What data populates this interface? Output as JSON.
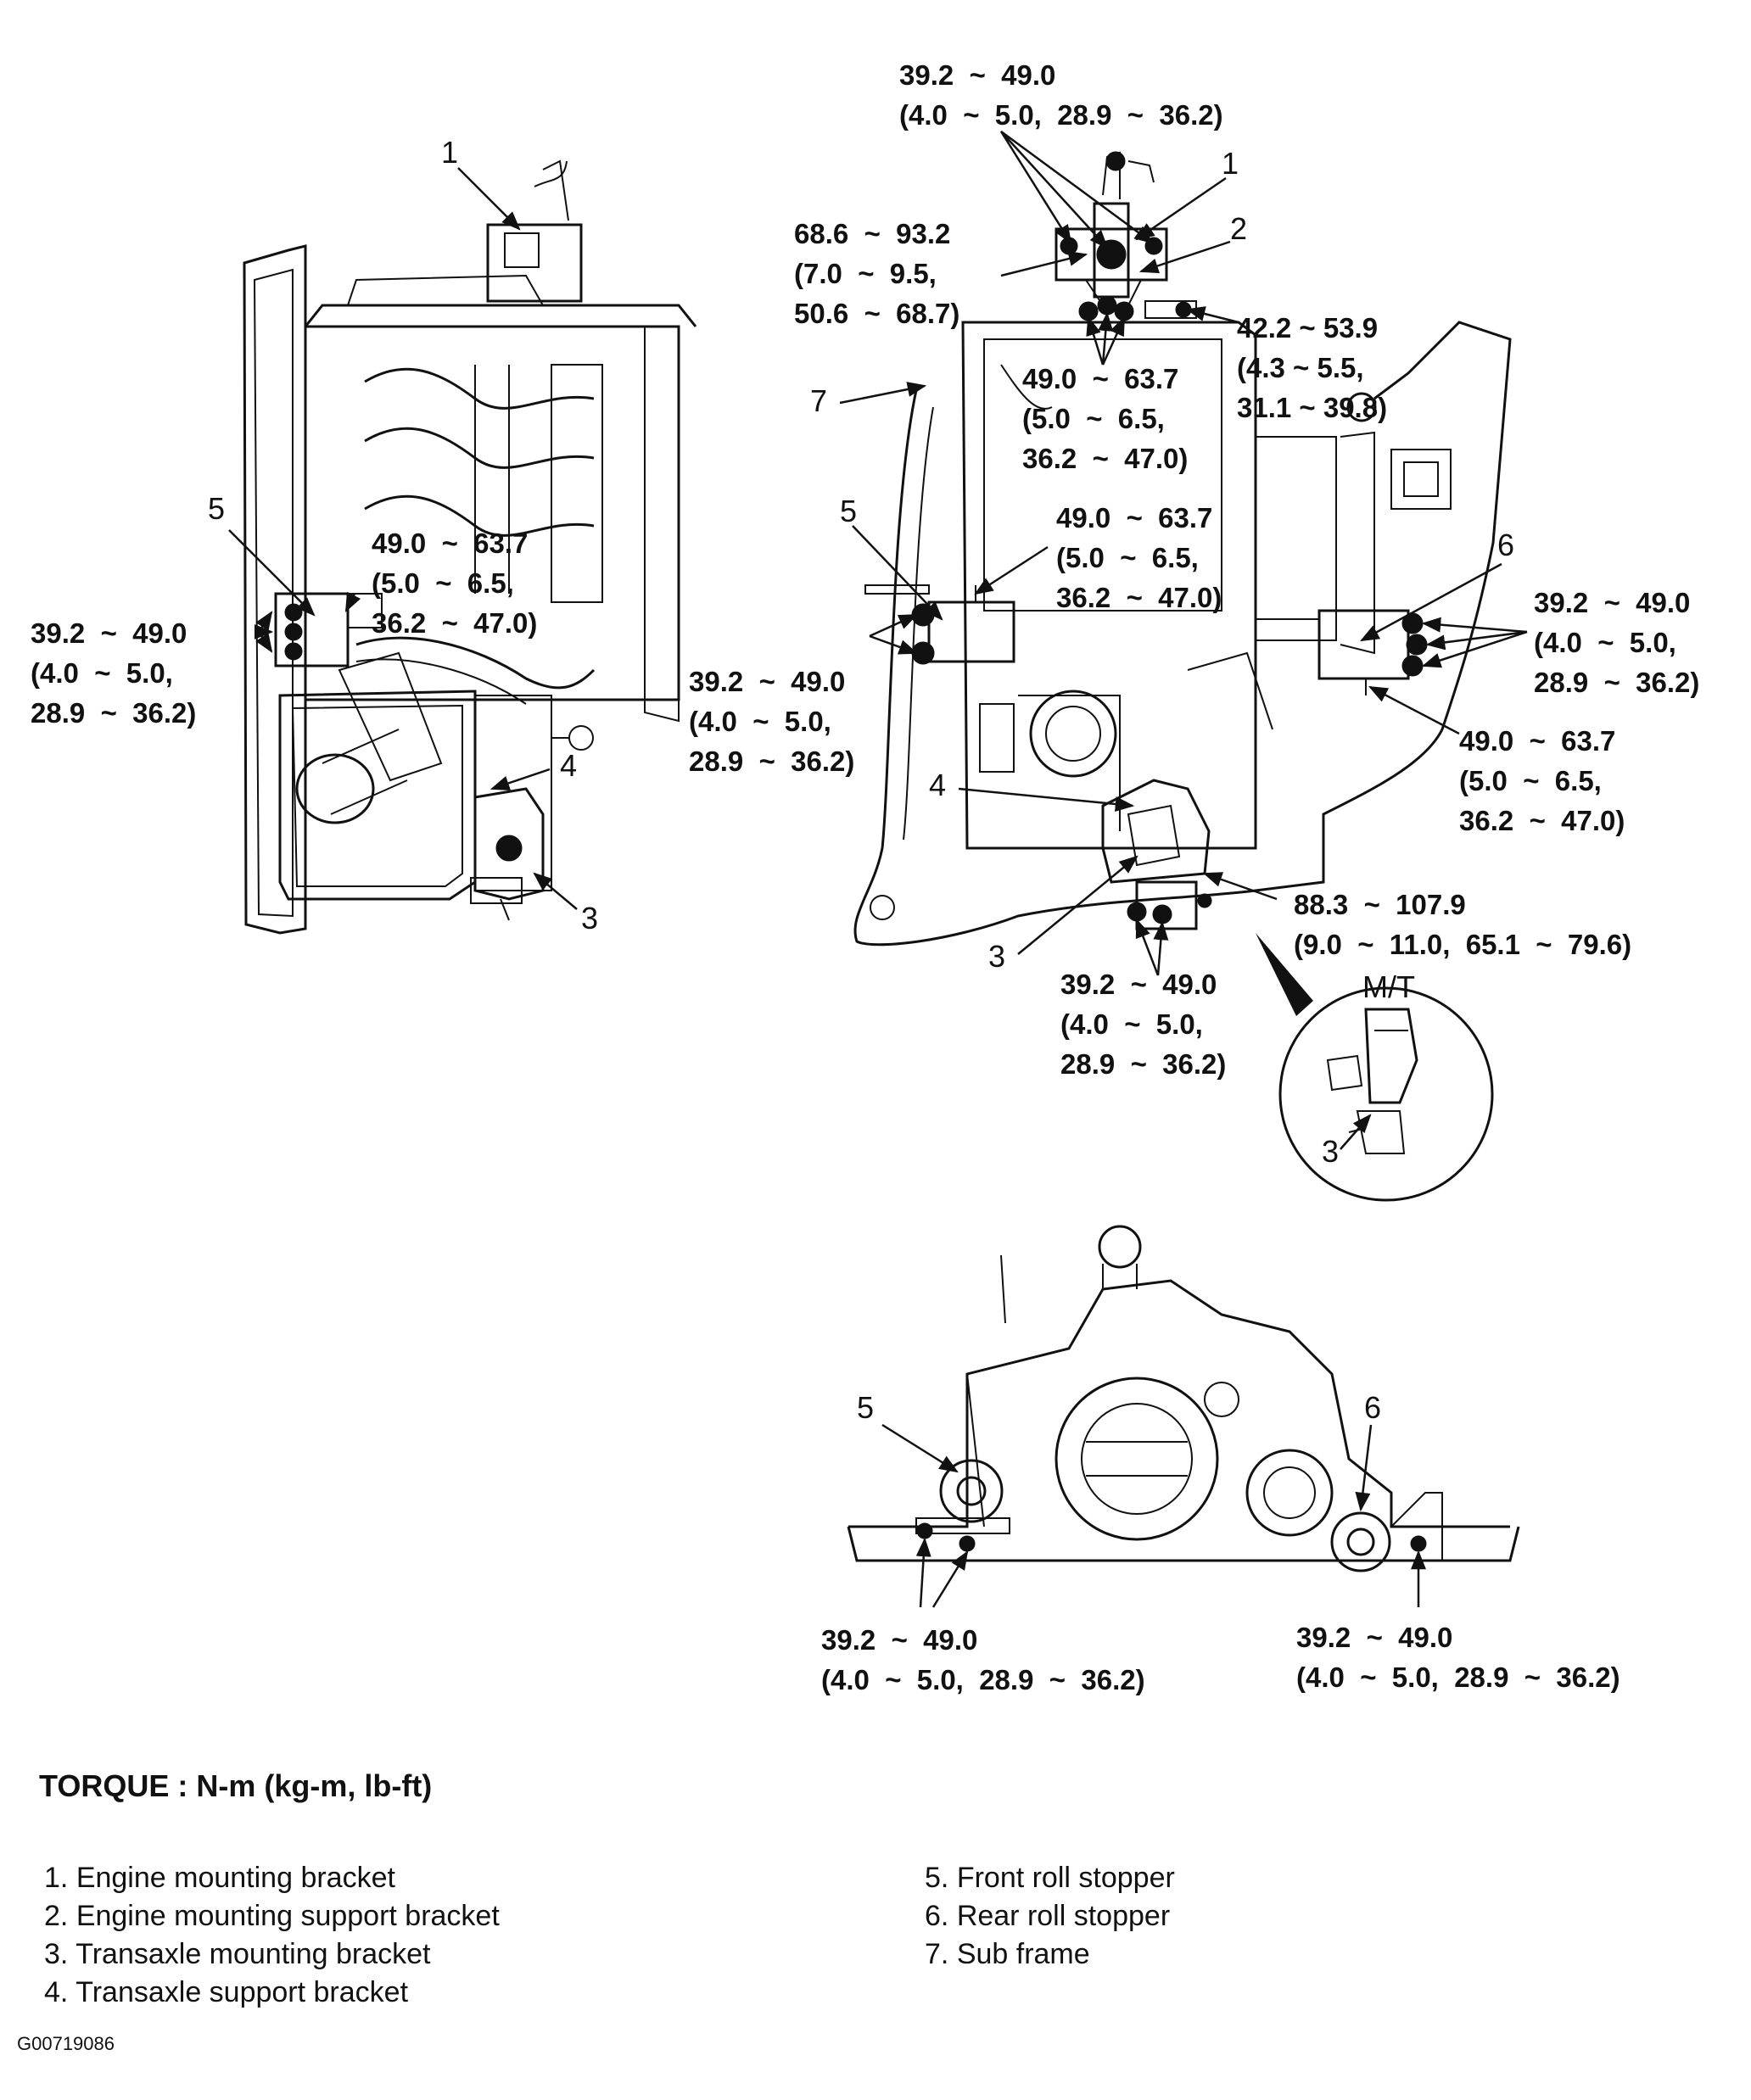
{
  "torque_title": "TORQUE  :  N-m  (kg-m,  lb-ft)",
  "legend": [
    {
      "num": "1.",
      "text": "Engine mounting bracket"
    },
    {
      "num": "2.",
      "text": "Engine mounting support bracket"
    },
    {
      "num": "3.",
      "text": "Transaxle mounting bracket"
    },
    {
      "num": "4.",
      "text": "Transaxle support bracket"
    },
    {
      "num": "5.",
      "text": "Front roll stopper"
    },
    {
      "num": "6.",
      "text": "Rear roll stopper"
    },
    {
      "num": "7.",
      "text": "Sub frame"
    }
  ],
  "figure_id": "G00719086",
  "callouts": {
    "left_1": "1",
    "left_5": "5",
    "left_4": "4",
    "left_3": "3",
    "right_1": "1",
    "right_2": "2",
    "right_7": "7",
    "right_5": "5",
    "right_6": "6",
    "right_4": "4",
    "right_3": "3",
    "mt_3": "3",
    "bottom_5": "5",
    "bottom_6": "6"
  },
  "inset_label": "M/T",
  "torque_labels": {
    "top": [
      "39.2  ~  49.0",
      "(4.0  ~  5.0,  28.9  ~  36.2)"
    ],
    "left_a": [
      "39.2  ~  49.0",
      "(4.0  ~  5.0,",
      "28.9  ~  36.2)"
    ],
    "left_b": [
      "49.0  ~  63.7",
      "(5.0  ~  6.5,",
      "36.2  ~  47.0)"
    ],
    "eng_support": [
      "68.6  ~  93.2",
      "(7.0  ~  9.5,",
      "50.6  ~  68.7)"
    ],
    "upper_right": [
      "42.2 ~ 53.9",
      "(4.3 ~ 5.5,",
      "31.1 ~ 39.8)"
    ],
    "center_1": [
      "49.0  ~  63.7",
      "(5.0  ~  6.5,",
      "36.2  ~  47.0)"
    ],
    "center_2": [
      "49.0  ~  63.7",
      "(5.0  ~  6.5,",
      "36.2  ~  47.0)"
    ],
    "mid_left": [
      "39.2  ~  49.0",
      "(4.0  ~  5.0,",
      "28.9  ~  36.2)"
    ],
    "right_a": [
      "39.2  ~  49.0",
      "(4.0  ~  5.0,",
      "28.9  ~  36.2)"
    ],
    "right_b": [
      "49.0  ~  63.7",
      "(5.0  ~  6.5,",
      "36.2  ~  47.0)"
    ],
    "trans_mount": [
      "88.3  ~  107.9",
      "(9.0  ~  11.0,  65.1  ~  79.6)"
    ],
    "lower_mid": [
      "39.2  ~  49.0",
      "(4.0  ~  5.0,",
      "28.9  ~  36.2)"
    ],
    "bottom_left": [
      "39.2  ~  49.0",
      "(4.0  ~  5.0,  28.9  ~  36.2)"
    ],
    "bottom_right": [
      "39.2  ~  49.0",
      "(4.0  ~  5.0,  28.9  ~  36.2)"
    ]
  }
}
